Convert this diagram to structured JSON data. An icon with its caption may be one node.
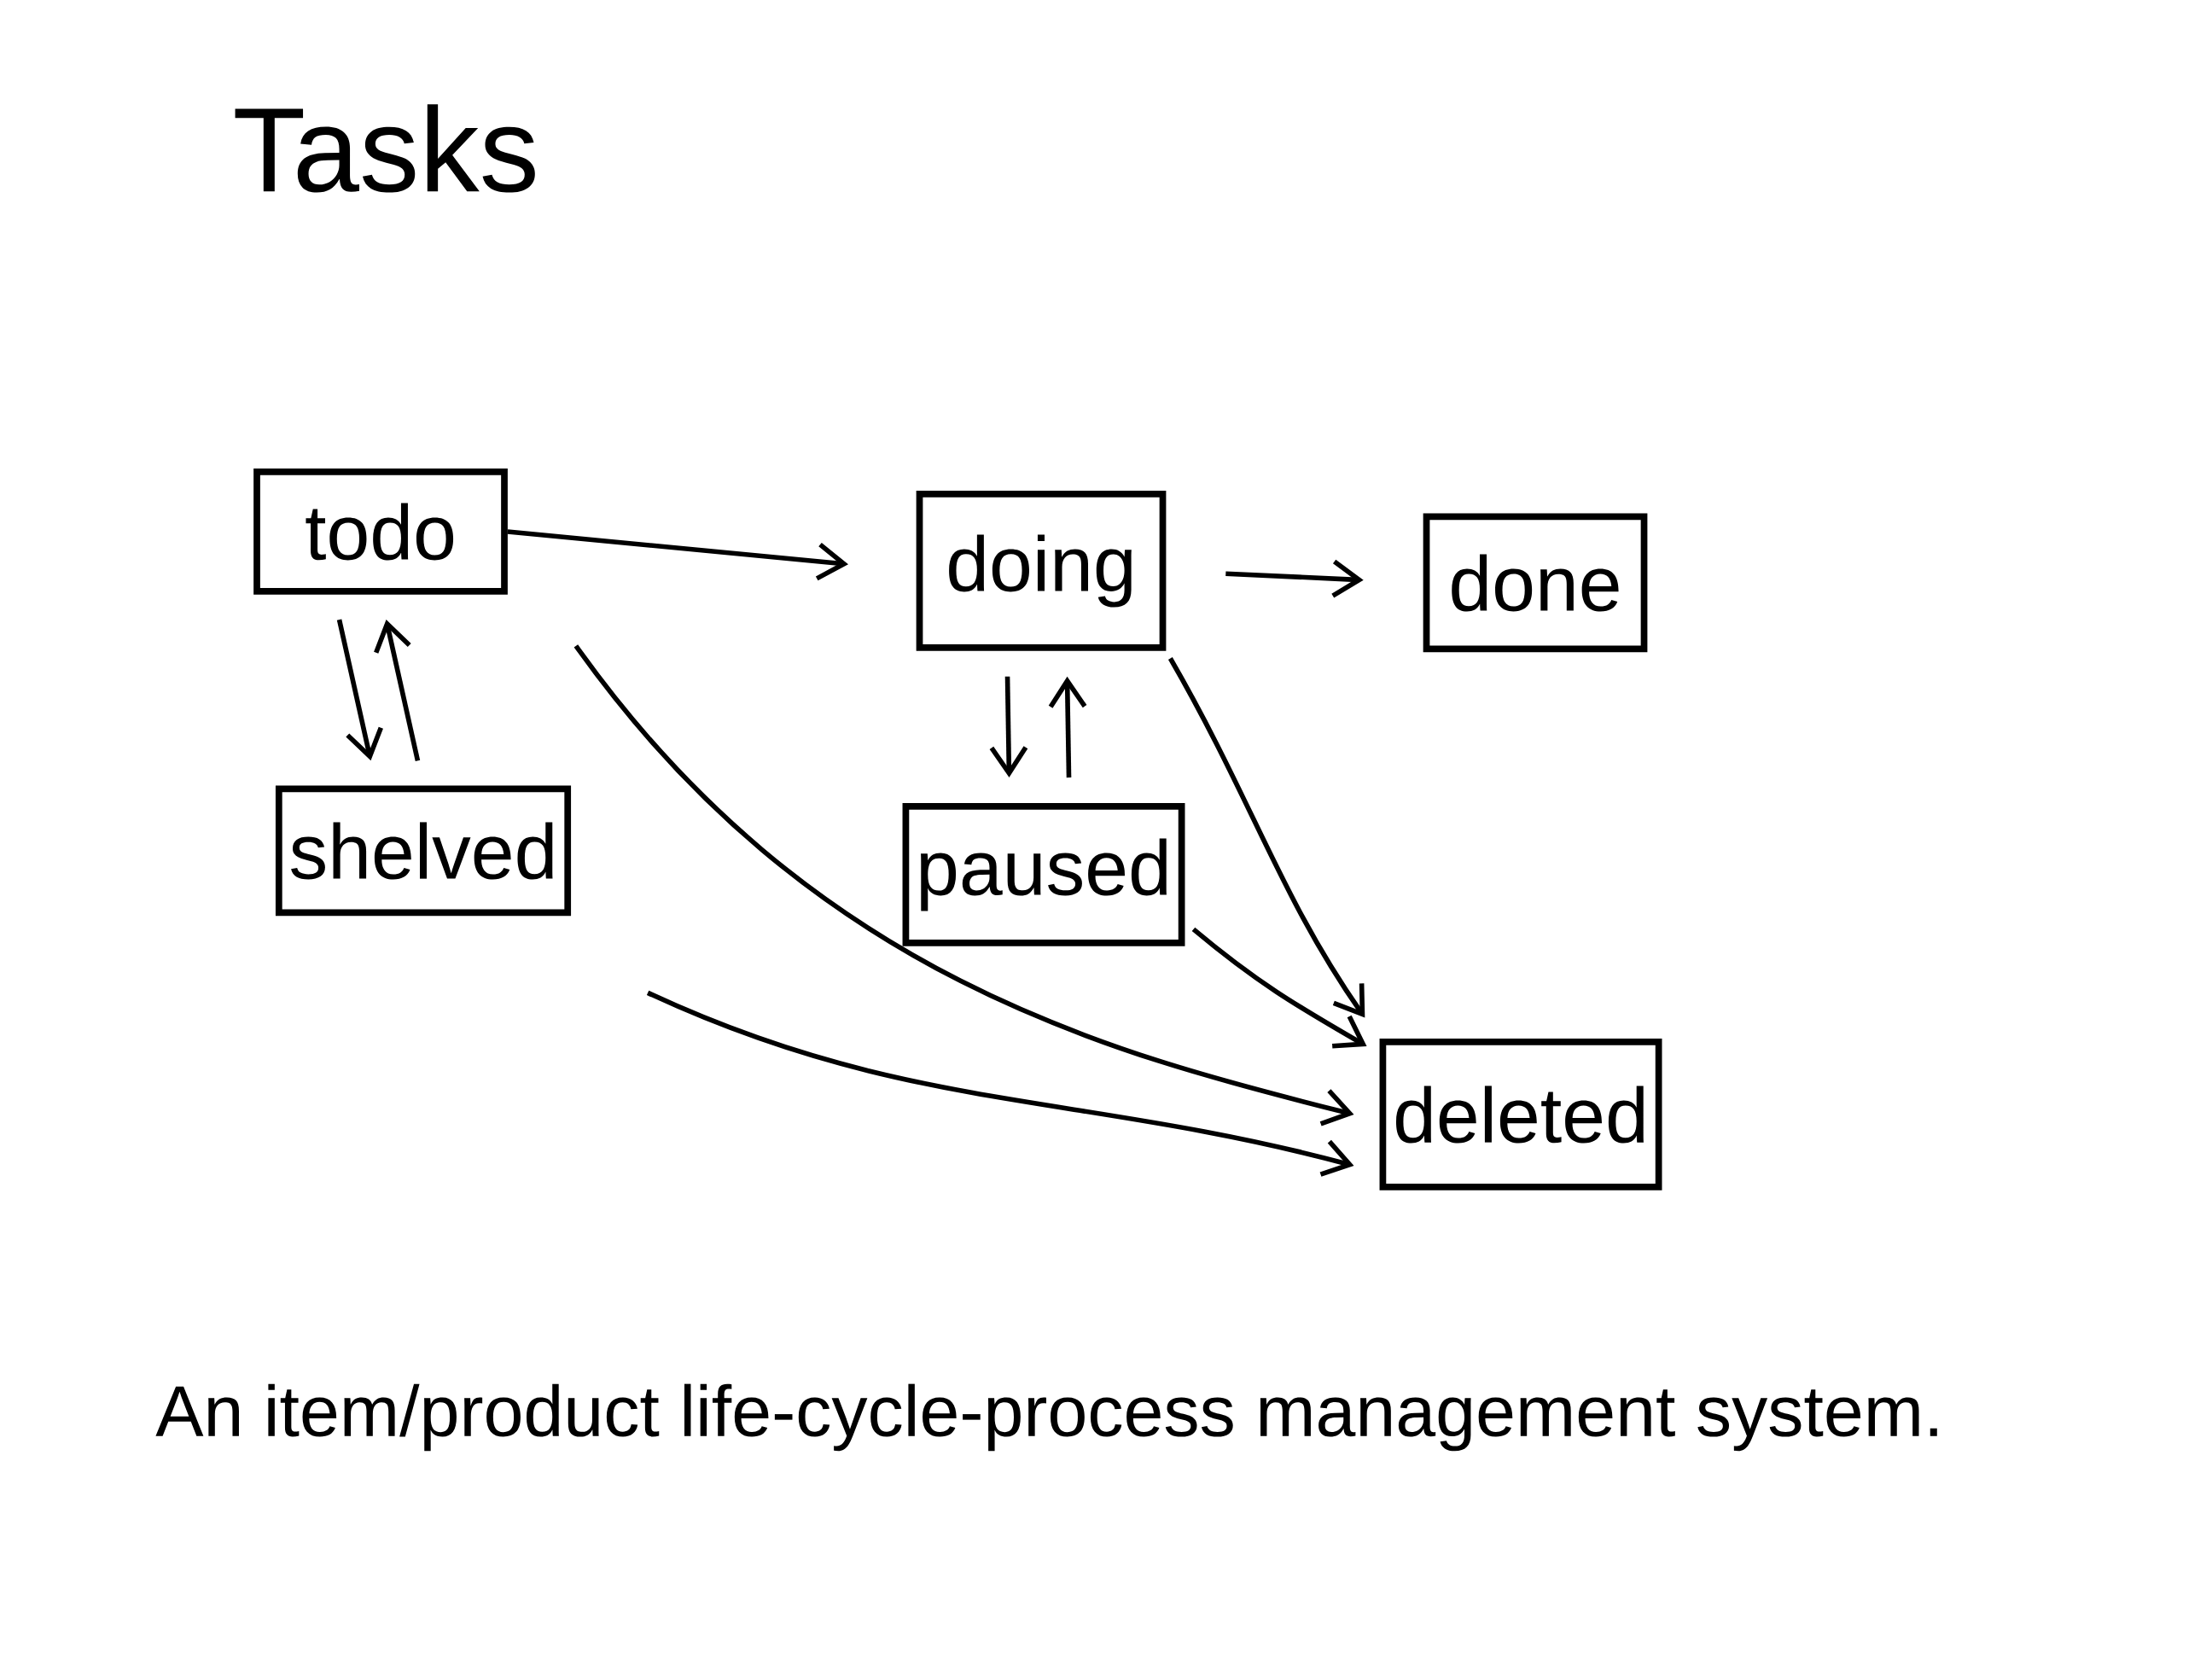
{
  "diagram": {
    "title": "Tasks",
    "caption": "An item/product life-cycle-process management system.",
    "nodes": [
      {
        "text": [
          "todo"
        ]
      },
      {
        "text": [
          "doing"
        ]
      },
      {
        "text": [
          "done"
        ]
      },
      {
        "text": [
          "shelved"
        ]
      },
      {
        "text": [
          "paused"
        ]
      },
      {
        "text": [
          "deleted"
        ]
      }
    ],
    "edges": [
      {
        "from": 0,
        "to": 1,
        "arrow": "to"
      },
      {
        "from": 1,
        "to": 2,
        "arrow": "to"
      },
      {
        "from": 0,
        "to": 3,
        "arrow": "to"
      },
      {
        "from": 3,
        "to": 0,
        "arrow": "to"
      },
      {
        "from": 1,
        "to": 4,
        "arrow": "to"
      },
      {
        "from": 4,
        "to": 1,
        "arrow": "to"
      },
      {
        "from": 1,
        "to": 5,
        "arrow": "to"
      },
      {
        "from": 4,
        "to": 5,
        "arrow": "to"
      },
      {
        "from": 0,
        "to": 5,
        "arrow": "to"
      },
      {
        "from": 3,
        "to": 5,
        "arrow": "to"
      }
    ]
  }
}
